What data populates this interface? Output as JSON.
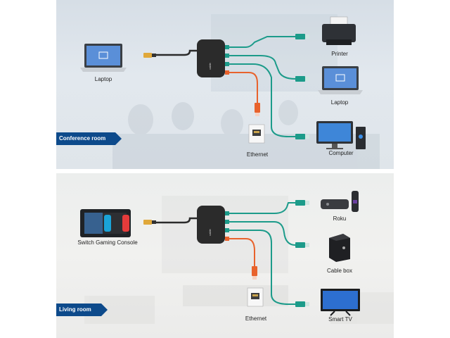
{
  "colors": {
    "accent": "#0d4a8b",
    "hub": "#2b2b2b",
    "cable_green": "#1c9b8a",
    "cable_orange": "#e8622c",
    "usb_yellow": "#e0a83a"
  },
  "conference": {
    "room_label": "Conference room",
    "laptop_label": "Laptop",
    "printer_label": "Printer",
    "laptop2_label": "Laptop",
    "computer_label": "Computer",
    "ethernet_label": "Ethernet"
  },
  "living": {
    "room_label": "Living room",
    "console_label": "Switch Gaming Console",
    "roku_label": "Roku",
    "cablebox_label": "Cable box",
    "tv_label": "Smart TV",
    "ethernet_label": "Ethernet"
  },
  "icons": [
    "laptop-icon",
    "printer-icon",
    "monitor-icon",
    "desktop-tower-icon",
    "switch-console-icon",
    "roku-icon",
    "remote-icon",
    "cable-box-icon",
    "tv-icon",
    "ethernet-jack-icon",
    "hub-icon",
    "rj45-plug-icon",
    "usb-plug-icon"
  ]
}
